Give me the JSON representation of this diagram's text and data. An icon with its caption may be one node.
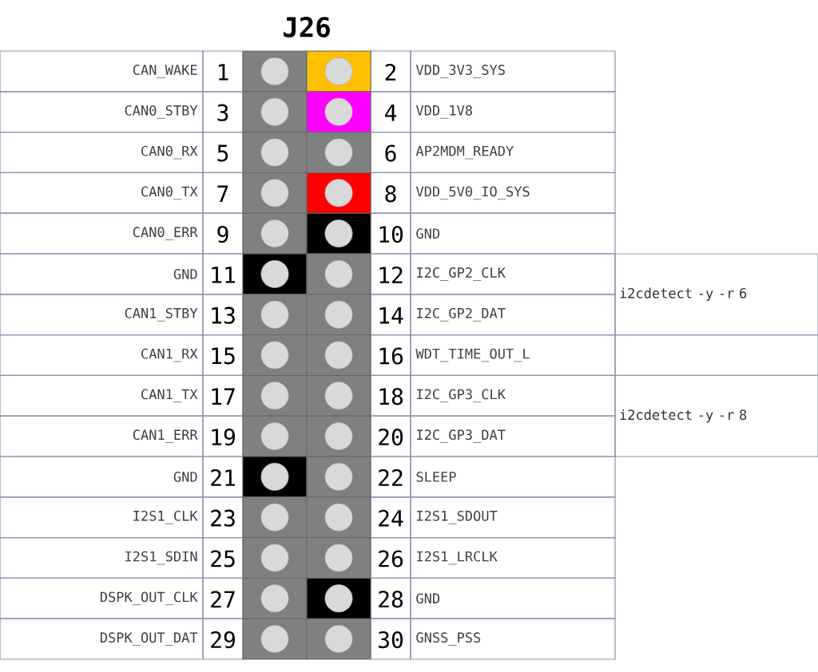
{
  "diagram": {
    "title": "J26",
    "nodes": [
      {
        "text": [
          "i2cdetect -y -r 6"
        ]
      },
      {
        "text": [
          "i2cdetect -y -r 8"
        ]
      }
    ],
    "labels": [
      "CAN_WAKE",
      "1",
      "2",
      "VDD_3V3_SYS",
      "CAN0_STBY",
      "3",
      "4",
      "VDD_1V8",
      "CAN0_RX",
      "5",
      "6",
      "AP2MDM_READY",
      "CAN0_TX",
      "7",
      "8",
      "VDD_5V0_IO_SYS",
      "CAN0_ERR",
      "9",
      "10",
      "GND",
      "GND",
      "11",
      "12",
      "I2C_GP2_CLK",
      "CAN1_STBY",
      "13",
      "14",
      "I2C_GP2_DAT",
      "CAN1_RX",
      "15",
      "16",
      "WDT_TIME_OUT_L",
      "CAN1_TX",
      "17",
      "18",
      "I2C_GP3_CLK",
      "CAN1_ERR",
      "19",
      "20",
      "I2C_GP3_DAT",
      "GND",
      "21",
      "22",
      "SLEEP",
      "I2S1_CLK",
      "23",
      "24",
      "I2S1_SDOUT",
      "I2S1_SDIN",
      "25",
      "26",
      "I2S1_LRCLK",
      "DSPK_OUT_CLK",
      "27",
      "28",
      "GND",
      "DSPK_OUT_DAT",
      "29",
      "30",
      "GNSS_PSS"
    ]
  }
}
